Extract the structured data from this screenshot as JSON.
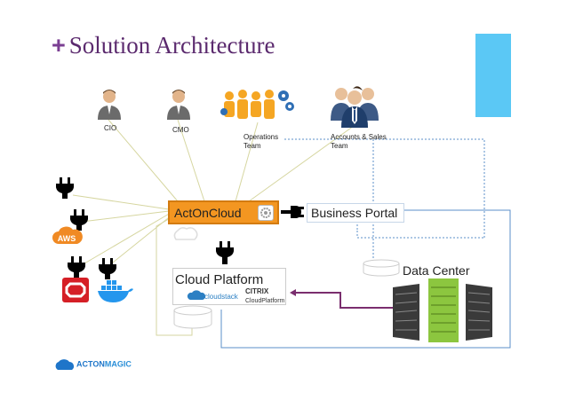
{
  "header": {
    "title": "Solution Architecture",
    "plus": "+"
  },
  "people": {
    "cio": "CIO",
    "cmo": "CMO",
    "ops_line1": "Operations",
    "ops_line2": "Team",
    "accounts_line1": "Accounts & Sales",
    "accounts_line2": "Team"
  },
  "nodes": {
    "actoncloud": "ActOnCloud",
    "business_portal": "Business Portal",
    "cloud_platform": "Cloud Platform",
    "data_center": "Data Center",
    "aws": "AWS",
    "cloudstack": "cloudstack",
    "citrix_line1": "CITRIX",
    "citrix_line2": "CloudPlatform"
  },
  "footer": {
    "logo_part1": "ACTON",
    "logo_part2": "MAGIC"
  },
  "colors": {
    "title": "#5b2a6e",
    "accent": "#5bc8f5",
    "actoncloud_fill": "#f39621",
    "connector_line": "#d6d6a0",
    "datacenter_link": "#7a2e6e",
    "blue_outline": "#5b8fc8"
  },
  "icons": [
    "person-icon",
    "team-gears-icon",
    "business-team-icon",
    "plug-icon",
    "aws-icon",
    "openstack-icon",
    "docker-icon",
    "server-rack-icon",
    "cloud-icon"
  ]
}
